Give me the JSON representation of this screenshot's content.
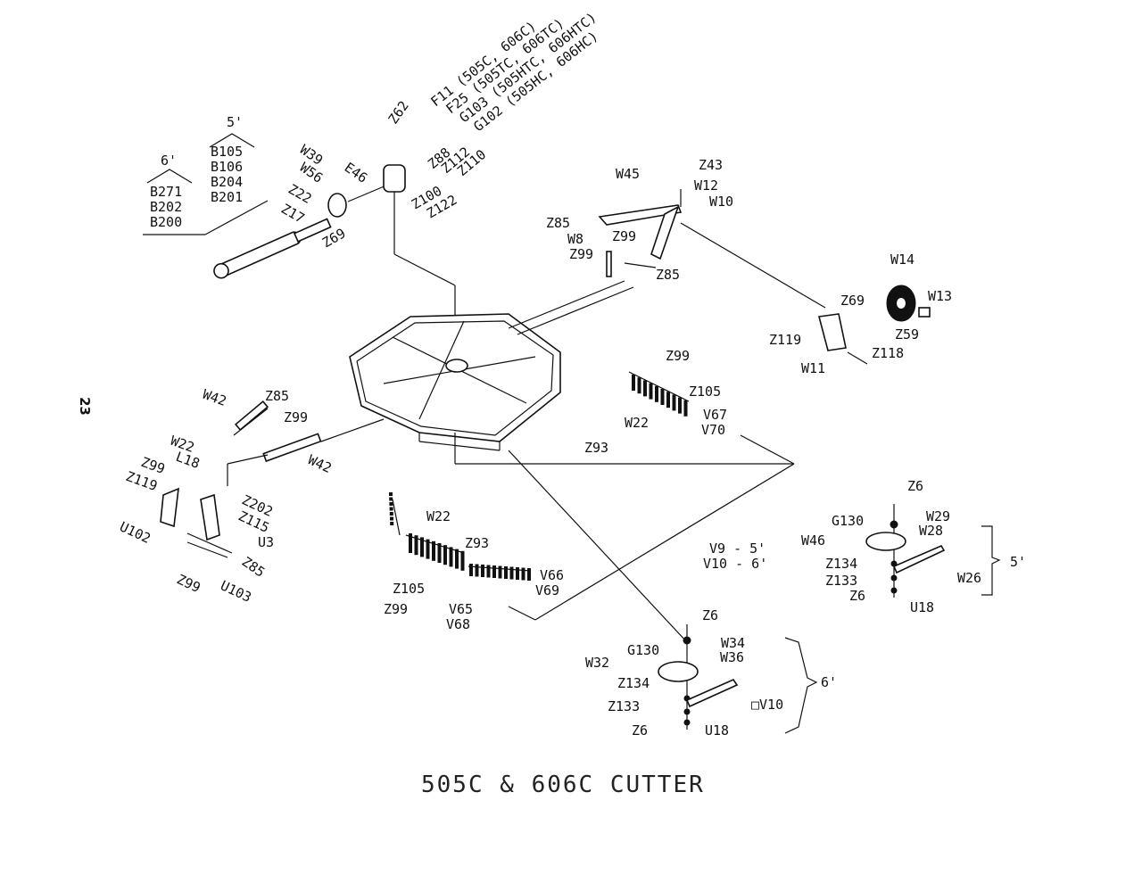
{
  "page_number": "23",
  "caption": "505C & 606C CUTTER",
  "size_groups": {
    "six_ft": {
      "header": "6'",
      "parts": [
        "B271",
        "B202",
        "B200"
      ]
    },
    "five_ft": {
      "header": "5'",
      "parts": [
        "B105",
        "B106",
        "B204",
        "B201"
      ]
    }
  },
  "gearbox_labels": {
    "f11": "F11 (505C, 606C)",
    "f25": "F25 (505TC, 606TC)",
    "g103": "G103 (505HTC, 606HTC)",
    "g102": "G102 (505HC, 606HC)"
  },
  "labels": {
    "Z62": "Z62",
    "W39": "W39",
    "W56": "W56",
    "E46": "E46",
    "Z22": "Z22",
    "Z17": "Z17",
    "Z69a": "Z69",
    "Z88": "Z88",
    "Z112": "Z112",
    "Z110": "Z110",
    "Z100": "Z100",
    "Z122": "Z122",
    "W45": "W45",
    "Z43": "Z43",
    "W12": "W12",
    "W10": "W10",
    "Z85a": "Z85",
    "Z99a": "Z99",
    "W8": "W8",
    "Z99b": "Z99",
    "Z85b": "Z85",
    "W14": "W14",
    "Z69b": "Z69",
    "W13": "W13",
    "Z59": "Z59",
    "Z119a": "Z119",
    "W11": "W11",
    "Z118": "Z118",
    "W42a": "W42",
    "Z85c": "Z85",
    "Z99c": "Z99",
    "W42b": "W42",
    "W22a": "W22",
    "L18": "L18",
    "Z99d": "Z99",
    "Z119b": "Z119",
    "Z202": "Z202",
    "Z115": "Z115",
    "U3": "U3",
    "U102": "U102",
    "Z99e": "Z99",
    "U103": "U103",
    "Z85d": "Z85",
    "Z99f": "Z99",
    "Z105a": "Z105",
    "W22b": "W22",
    "V67": "V67",
    "V70": "V70",
    "Z93a": "Z93",
    "W22c": "W22",
    "Z93b": "Z93",
    "V66": "V66",
    "V69": "V69",
    "Z105b": "Z105",
    "Z99g": "Z99",
    "V65": "V65",
    "V68": "V68",
    "V9": "V9 - 5'",
    "V10": "V10 - 6'",
    "Z6a": "Z6",
    "G130a": "G130",
    "W29": "W29",
    "W28": "W28",
    "W46": "W46",
    "Z134a": "Z134",
    "Z133a": "Z133",
    "Z6b": "Z6",
    "W26": "W26",
    "U18a": "U18",
    "five_bracket": "5'",
    "Z6c": "Z6",
    "G130b": "G130",
    "W34": "W34",
    "W36": "W36",
    "W32": "W32",
    "Z134b": "Z134",
    "Z133b": "Z133",
    "Z6d": "Z6",
    "V10b": "□V10",
    "U18b": "U18",
    "six_bracket": "6'"
  }
}
